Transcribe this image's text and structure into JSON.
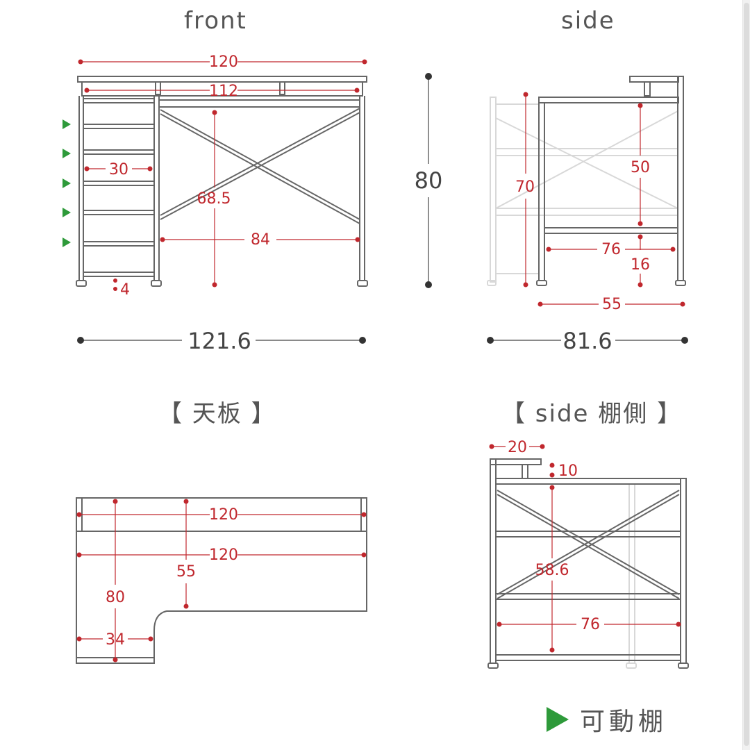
{
  "titles": {
    "front": "front",
    "side": "side",
    "top": "【 天板 】",
    "side_shelf": "【 side 棚側 】"
  },
  "front": {
    "width_top": "120",
    "width_inner": "112",
    "shelf_width": "30",
    "clear_height": "68.5",
    "bay_width": "84",
    "bottom_gap": "4",
    "overall_width": "121.6"
  },
  "overall_height": "80",
  "side": {
    "left_height": "70",
    "inner_height": "50",
    "shelf_depth": "76",
    "bottom_height": "16",
    "base_depth": "55",
    "overall_depth": "81.6"
  },
  "top_board": {
    "back_width": "120",
    "front_width": "120",
    "left_depth": "80",
    "right_depth": "55",
    "notch_width": "34"
  },
  "side_shelf": {
    "shelf_top": "20",
    "shelf_gap": "10",
    "inner_height": "58.6",
    "shelf_depth": "76"
  },
  "legend": {
    "label": "可動棚",
    "marker_color": "#2e9a3a"
  },
  "colors": {
    "dimension": "#c0272d",
    "line": "#666666",
    "dot": "#333333"
  }
}
